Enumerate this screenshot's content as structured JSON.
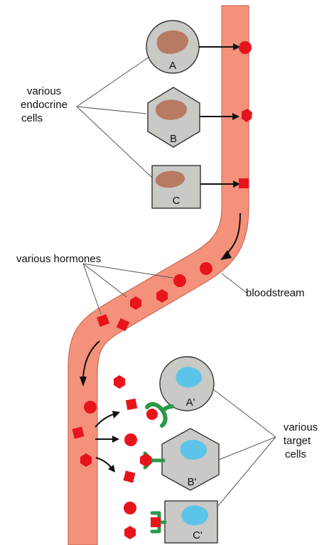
{
  "labels": {
    "endocrine": [
      "various",
      "endocrine",
      "cells"
    ],
    "hormones": "various hormones",
    "bloodstream": "bloodstream",
    "target": [
      "various",
      "target",
      "cells"
    ]
  },
  "cells": {
    "endocrine": [
      "A",
      "B",
      "C"
    ],
    "target": [
      "A'",
      "B'",
      "C'"
    ]
  },
  "colors": {
    "blood": "#f4917b",
    "blood_edge": "#cf6a55",
    "hormone": "#e8141c",
    "cell_fill": "#c9c9c5",
    "nucleus": "#b77a63",
    "target_nucleus": "#5bc4e8",
    "receptor": "#2a9a48"
  }
}
